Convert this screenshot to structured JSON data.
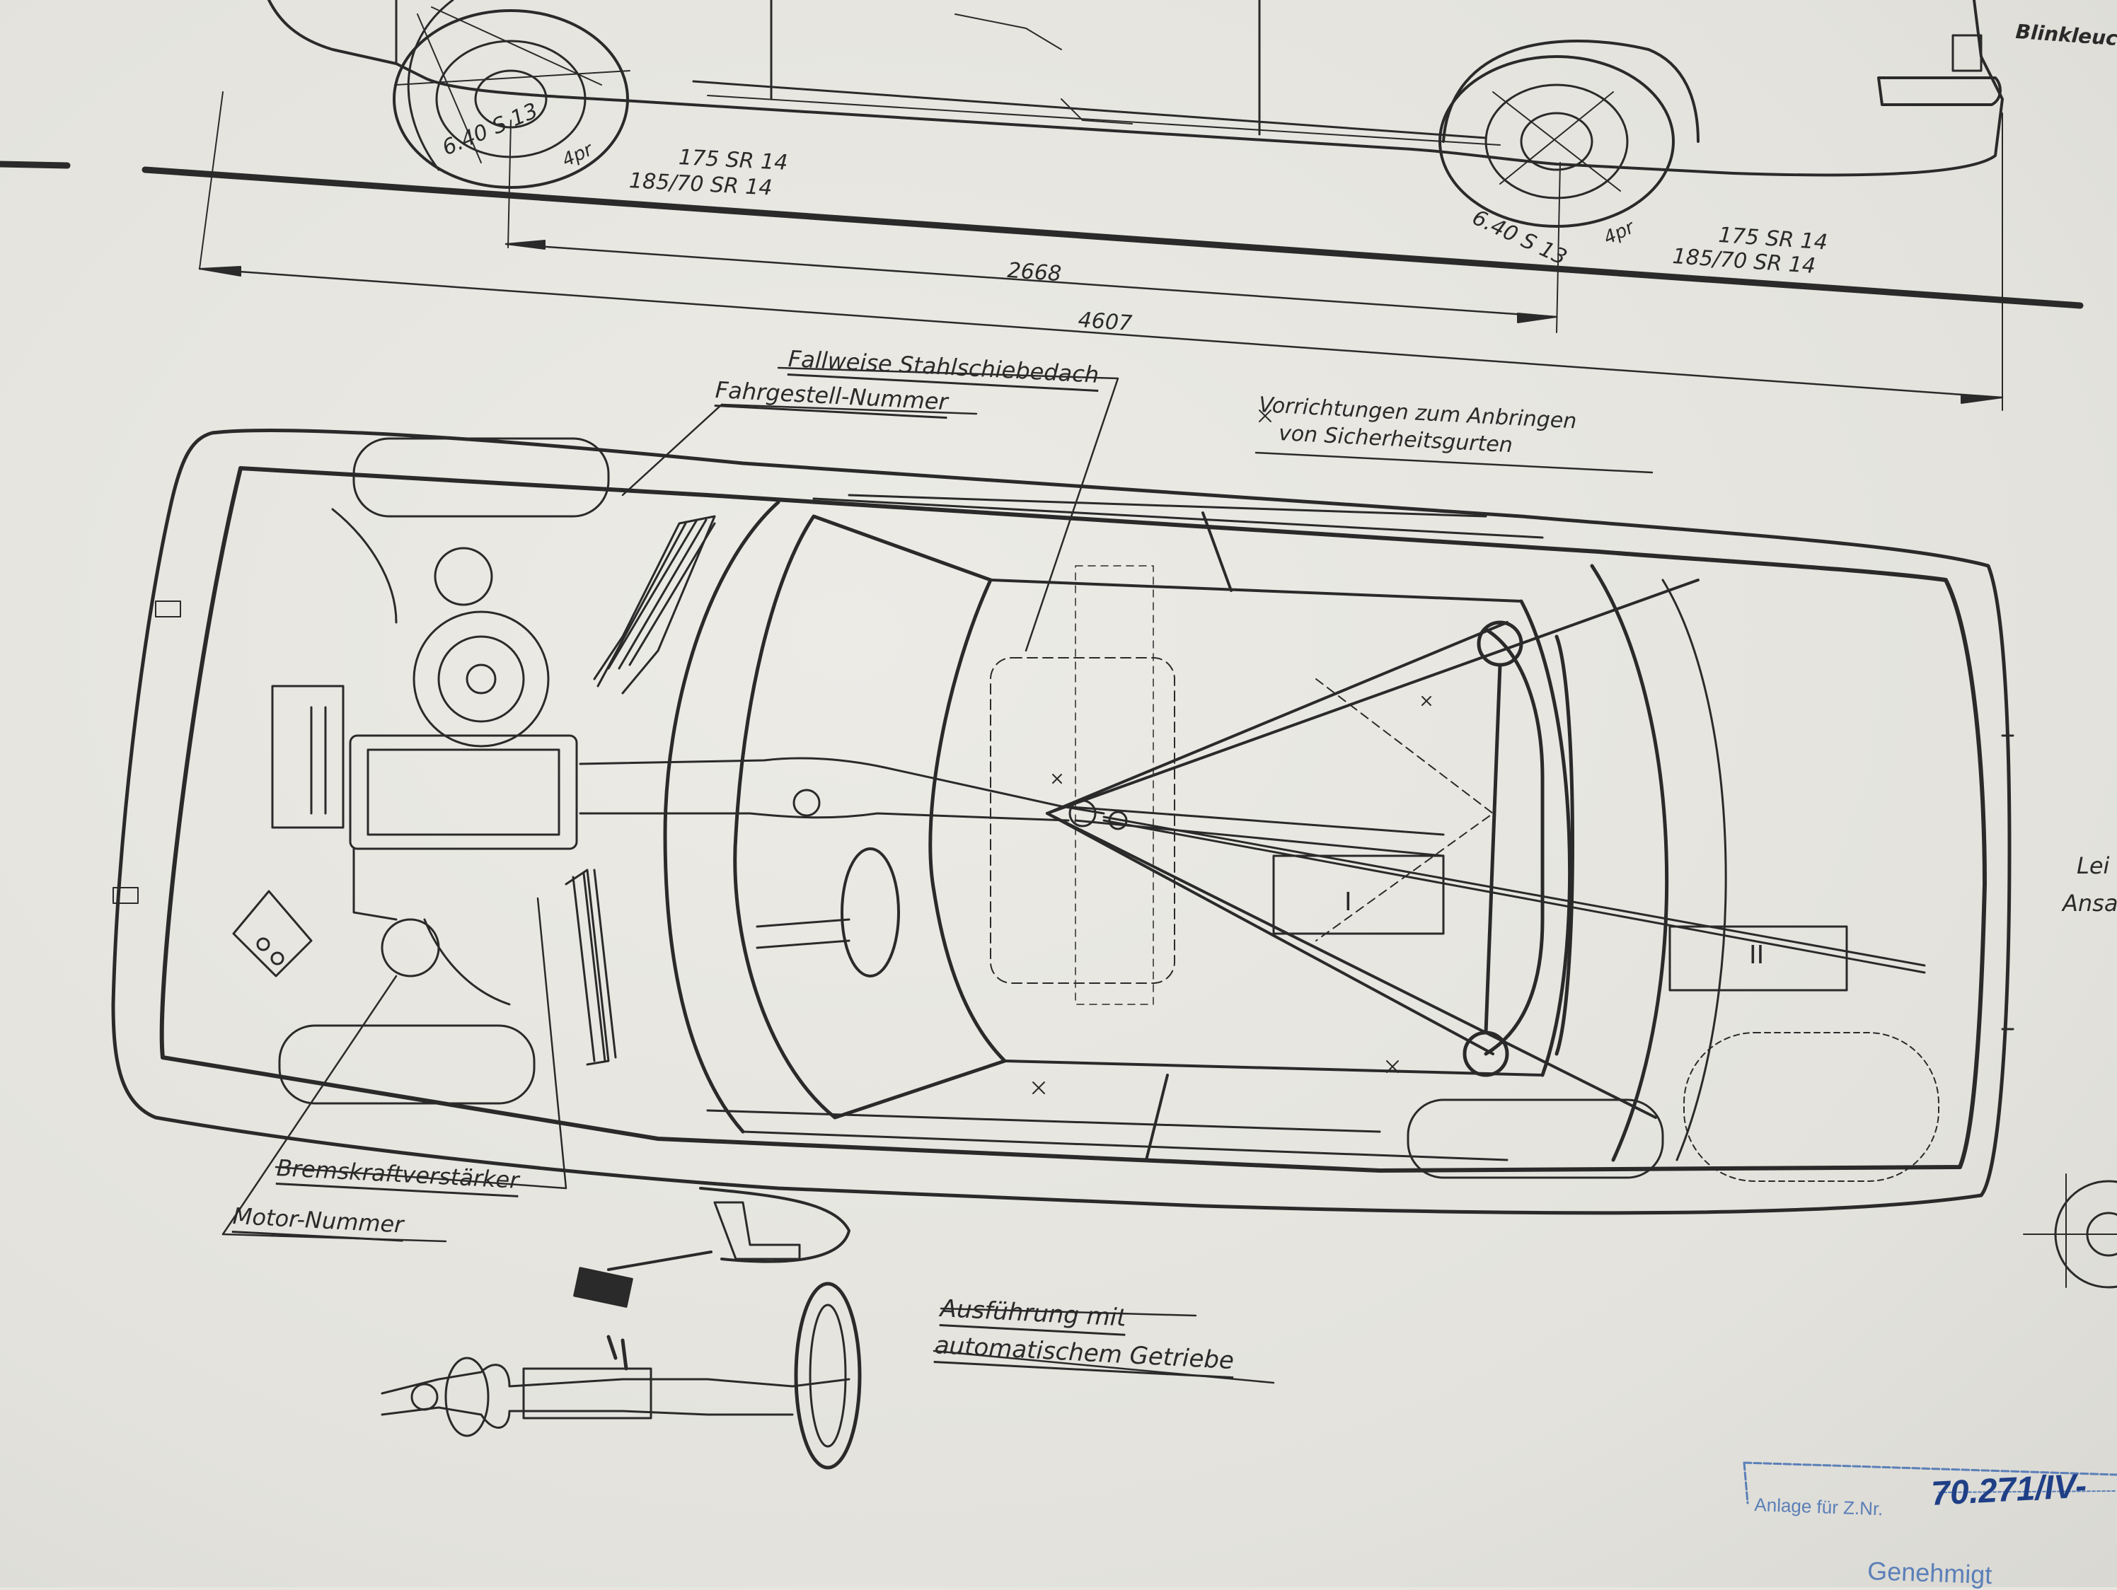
{
  "labels": {
    "blinkleuchte": "Blinkleuc",
    "tire_front_a": "6.40 S 13",
    "tire_front_b": "4pr",
    "tire_front_c": "175 SR 14",
    "tire_front_d": "185/70 SR 14",
    "tire_rear_a": "6.40 S 13",
    "tire_rear_b": "4pr",
    "tire_rear_c": "175 SR 14",
    "tire_rear_d": "185/70 SR 14",
    "dim_wheelbase": "2668",
    "dim_length": "4607",
    "sunroof": "Fallweise Stahlschiebedach",
    "chassis_number": "Fahrgestell-Nummer",
    "belt_line1": "Vorrichtungen zum Anbringen",
    "belt_line2": "von Sicherheitsgurten",
    "brake_booster": "Bremskraftverstärker",
    "engine_number": "Motor-Nummer",
    "auto_line1": "Ausführung mit",
    "auto_line2": "automatischem Getriebe",
    "edge_right_1": "Lei",
    "edge_right_2": "Ansa",
    "tank_1": "I",
    "tank_2": "II"
  },
  "stamp": {
    "printed": "Anlage für Z.Nr.",
    "handwritten": "70.271/IV-",
    "bottom": "Genehmigt"
  },
  "colors": {
    "ink": "#2a2a2a",
    "paper": "#e7e6e1",
    "stamp": "#5b7fb8",
    "handwriting": "#1f3f86"
  }
}
